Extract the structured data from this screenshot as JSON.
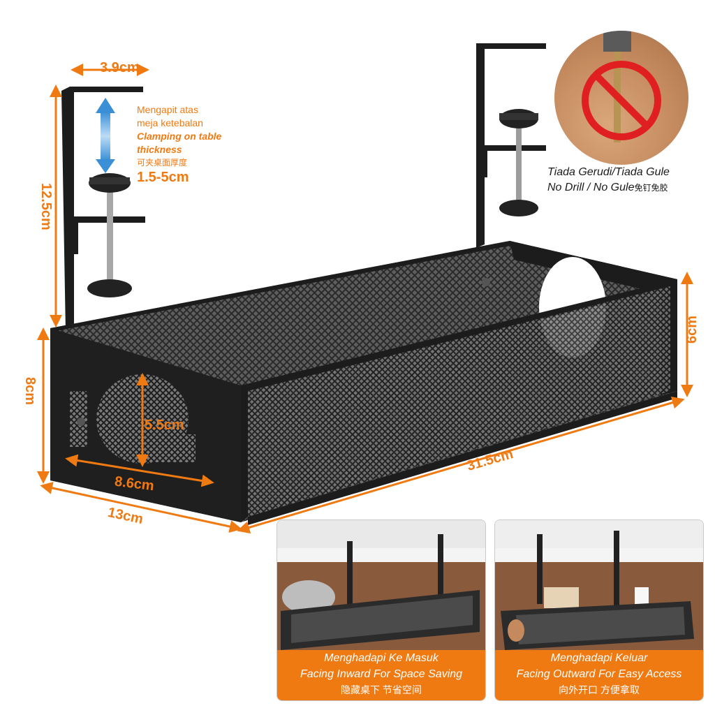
{
  "dimensions": {
    "clamp_width": "3.9cm",
    "height_total": "12.5cm",
    "basket_height_front": "8cm",
    "basket_height_back": "6cm",
    "hole_height": "5.5cm",
    "hole_width": "8.6cm",
    "basket_depth": "13cm",
    "basket_length": "31.5cm"
  },
  "clamp_note": {
    "line1_ms": "Mengapit atas",
    "line2_ms": "meja ketebalan",
    "line1_en": "Clamping on table",
    "line2_en": "thickness",
    "zh": "可夹桌面厚度",
    "range": "1.5-5cm"
  },
  "no_drill": {
    "ms": "Tiada Gerudi/Tiada Gule",
    "en": "No Drill / No Gule",
    "zh": "免钉免胶"
  },
  "scenes": [
    {
      "ms": "Menghadapi Ke Masuk",
      "en": "Facing Inward For Space Saving",
      "zh": "隐藏桌下 节省空间"
    },
    {
      "ms": "Menghadapi Keluar",
      "en": "Facing Outward For Easy Access",
      "zh": "向外开口 方便拿取"
    }
  ],
  "colors": {
    "accent": "#f07a12",
    "product": "#1c1c1c"
  }
}
